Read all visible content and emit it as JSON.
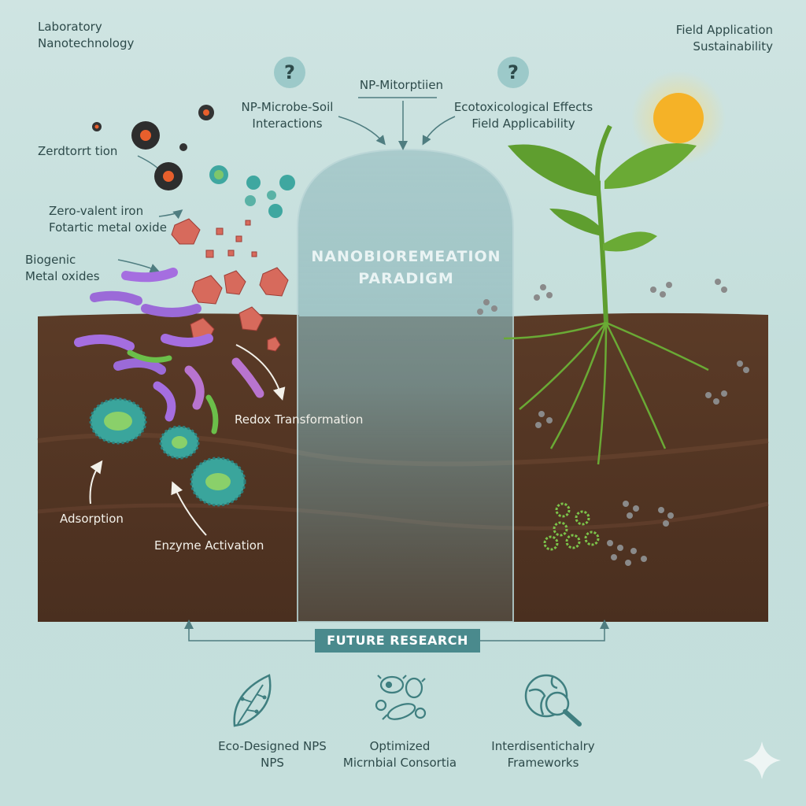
{
  "corners": {
    "top_left": "Laboratory\nNanotechnology",
    "top_right": "Field Application\nSustainability"
  },
  "questions": {
    "q1": "NP-Microbe-Soil\nInteractions",
    "q2": "NP-Mitorptiien",
    "q3": "Ecotoxicological Effects\nField Applicability"
  },
  "left_labels": {
    "zerdtortion": "Zerdtorrt tion",
    "zero_valent": "Zero-valent iron\nFotartic metal oxide",
    "biogenic": "Biogenic\nMetal oxides"
  },
  "processes": {
    "redox": "Redox Transformation",
    "adsorption": "Adsorption",
    "enzyme": "Enzyme Activation"
  },
  "center_title": "NANOBIOREMEATION\nPARADIGM",
  "future": {
    "label": "FUTURE RESEARCH",
    "items": [
      {
        "label": "Eco-Designed NPS\nNPS",
        "icon": "leaf-circuit-icon"
      },
      {
        "label": "Optimized\nMicrnbial Consortia",
        "icon": "microbes-icon"
      },
      {
        "label": "Interdisentichalry\nFrameworks",
        "icon": "globe-magnifier-icon"
      }
    ]
  },
  "colors": {
    "background": "#c8e0dd",
    "soil": "#5a3a26",
    "accent_teal": "#4a8a8d",
    "sun": "#f5b227",
    "plant": "#5f9e2f"
  }
}
